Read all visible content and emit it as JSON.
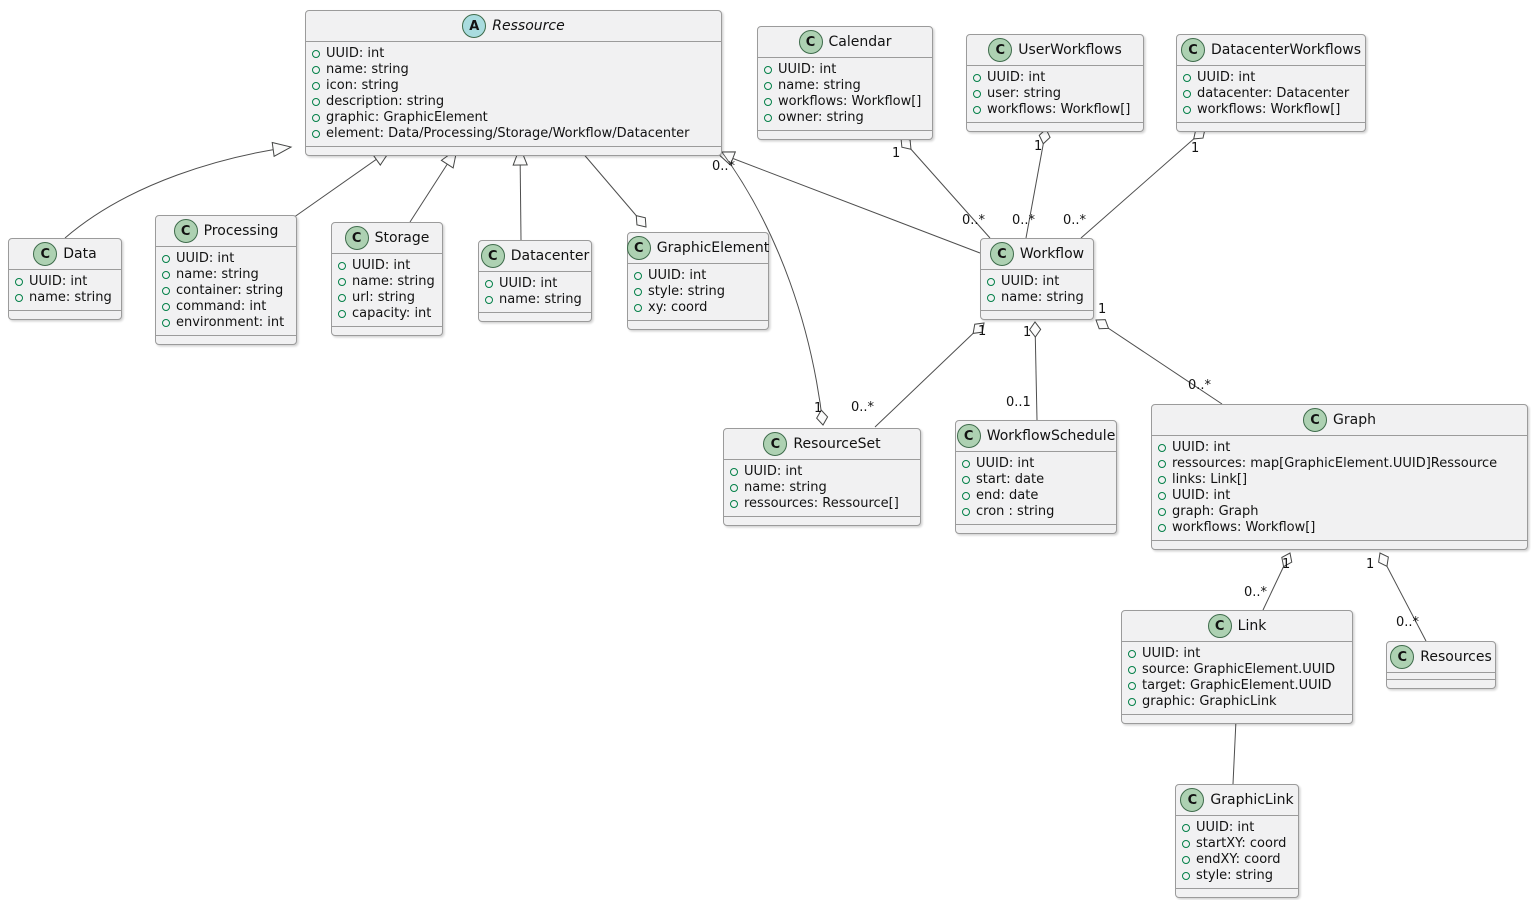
{
  "diagram_type": "uml-class-diagram",
  "colors": {
    "background": "#FFFFFF",
    "class_fill": "#F1F1F2",
    "class_border": "#9B9B9B",
    "class_icon_fill": "#ADD1B2",
    "abstract_icon_fill": "#A9DCDF",
    "icon_border": "#3E6B4B",
    "visibility_circle": "#038048",
    "edge_color": "#4E4E4E",
    "arrowhead_fill": "#FBFBFB"
  },
  "classes": [
    {
      "name": "Ressource",
      "stereotype": "abstract",
      "icon_letter": "A",
      "attributes": [
        "UUID: int",
        "name: string",
        "icon: string",
        "description: string",
        "graphic: GraphicElement",
        "element: Data/Processing/Storage/Workflow/Datacenter"
      ]
    },
    {
      "name": "Calendar",
      "stereotype": "class",
      "icon_letter": "C",
      "attributes": [
        "UUID: int",
        "name: string",
        "workflows: Workflow[]",
        "owner: string"
      ]
    },
    {
      "name": "UserWorkflows",
      "stereotype": "class",
      "icon_letter": "C",
      "attributes": [
        "UUID: int",
        "user: string",
        "workflows: Workflow[]"
      ]
    },
    {
      "name": "DatacenterWorkflows",
      "stereotype": "class",
      "icon_letter": "C",
      "attributes": [
        "UUID: int",
        "datacenter: Datacenter",
        "workflows: Workflow[]"
      ]
    },
    {
      "name": "Data",
      "stereotype": "class",
      "icon_letter": "C",
      "attributes": [
        "UUID: int",
        "name: string"
      ]
    },
    {
      "name": "Processing",
      "stereotype": "class",
      "icon_letter": "C",
      "attributes": [
        "UUID: int",
        "name: string",
        "container: string",
        "command: int",
        "environment: int"
      ]
    },
    {
      "name": "Storage",
      "stereotype": "class",
      "icon_letter": "C",
      "attributes": [
        "UUID: int",
        "name: string",
        "url: string",
        "capacity: int"
      ]
    },
    {
      "name": "Datacenter",
      "stereotype": "class",
      "icon_letter": "C",
      "attributes": [
        "UUID: int",
        "name: string"
      ]
    },
    {
      "name": "GraphicElement",
      "stereotype": "class",
      "icon_letter": "C",
      "attributes": [
        "UUID: int",
        "style: string",
        "xy: coord"
      ]
    },
    {
      "name": "Workflow",
      "stereotype": "class",
      "icon_letter": "C",
      "attributes": [
        "UUID: int",
        "name: string"
      ]
    },
    {
      "name": "ResourceSet",
      "stereotype": "class",
      "icon_letter": "C",
      "attributes": [
        "UUID: int",
        "name: string",
        "ressources: Ressource[]"
      ]
    },
    {
      "name": "WorkflowSchedule",
      "stereotype": "class",
      "icon_letter": "C",
      "attributes": [
        "UUID: int",
        "start: date",
        "end: date",
        "cron : string"
      ]
    },
    {
      "name": "Graph",
      "stereotype": "class",
      "icon_letter": "C",
      "attributes": [
        "UUID: int",
        "ressources: map[GraphicElement.UUID]Ressource",
        "links: Link[]",
        "UUID: int",
        "graph: Graph",
        "workflows: Workflow[]"
      ]
    },
    {
      "name": "Resources",
      "stereotype": "class",
      "icon_letter": "C",
      "attributes": []
    },
    {
      "name": "Link",
      "stereotype": "class",
      "icon_letter": "C",
      "attributes": [
        "UUID: int",
        "source: GraphicElement.UUID",
        "target: GraphicElement.UUID",
        "graphic: GraphicLink"
      ]
    },
    {
      "name": "GraphicLink",
      "stereotype": "class",
      "icon_letter": "C",
      "attributes": [
        "UUID: int",
        "startXY: coord",
        "endXY: coord",
        "style: string"
      ]
    }
  ],
  "edges": [
    {
      "type": "generalization",
      "from": "Data",
      "to": "Ressource"
    },
    {
      "type": "generalization",
      "from": "Processing",
      "to": "Ressource"
    },
    {
      "type": "generalization",
      "from": "Storage",
      "to": "Ressource"
    },
    {
      "type": "generalization",
      "from": "Datacenter",
      "to": "Ressource"
    },
    {
      "type": "generalization",
      "from": "Workflow",
      "to": "Ressource"
    },
    {
      "type": "aggregation",
      "owner": "GraphicElement",
      "other": "Ressource"
    },
    {
      "type": "aggregation",
      "owner": "ResourceSet",
      "other": "Ressource",
      "owner_label": "1",
      "other_label": "0..*"
    },
    {
      "type": "aggregation",
      "owner": "Calendar",
      "other": "Workflow",
      "owner_label": "1",
      "other_label": "0..*"
    },
    {
      "type": "aggregation",
      "owner": "UserWorkflows",
      "other": "Workflow",
      "owner_label": "1",
      "other_label": "0..*"
    },
    {
      "type": "aggregation",
      "owner": "DatacenterWorkflows",
      "other": "Workflow",
      "owner_label": "1",
      "other_label": "0..*"
    },
    {
      "type": "aggregation",
      "owner": "Workflow",
      "other": "ResourceSet",
      "owner_label": "1",
      "other_label": "0..*"
    },
    {
      "type": "aggregation",
      "owner": "Workflow",
      "other": "WorkflowSchedule",
      "owner_label": "1",
      "other_label": "0..1"
    },
    {
      "type": "aggregation",
      "owner": "Workflow",
      "other": "Graph",
      "owner_label": "1",
      "other_label": "0..*"
    },
    {
      "type": "aggregation",
      "owner": "Graph",
      "other": "Link",
      "owner_label": "1",
      "other_label": "0..*"
    },
    {
      "type": "aggregation",
      "owner": "Graph",
      "other": "Resources",
      "owner_label": "1",
      "other_label": "0..*"
    },
    {
      "type": "association",
      "from": "Link",
      "to": "GraphicLink"
    }
  ]
}
